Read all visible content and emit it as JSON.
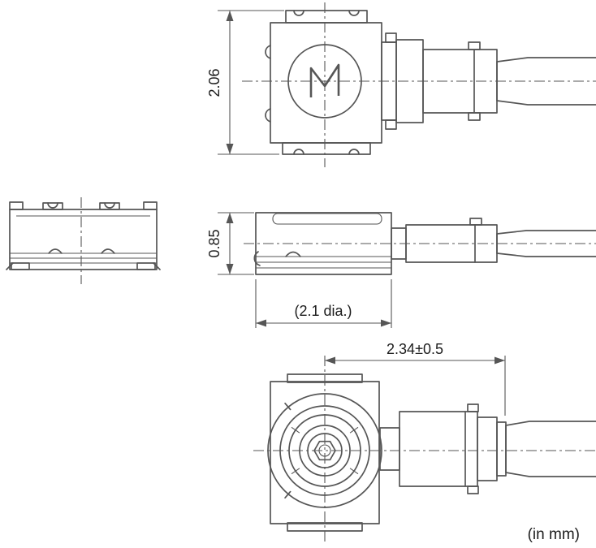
{
  "dimensions": {
    "top_view_height": "2.06",
    "side_view_height": "0.85",
    "flange_diameter": "(2.1 dia.)",
    "cable_offset_length": "2.34±0.5"
  },
  "units_note": "(in mm)",
  "colors": {
    "line": "#565656",
    "ink": "#1c1c1c",
    "bg": "#ffffff"
  }
}
